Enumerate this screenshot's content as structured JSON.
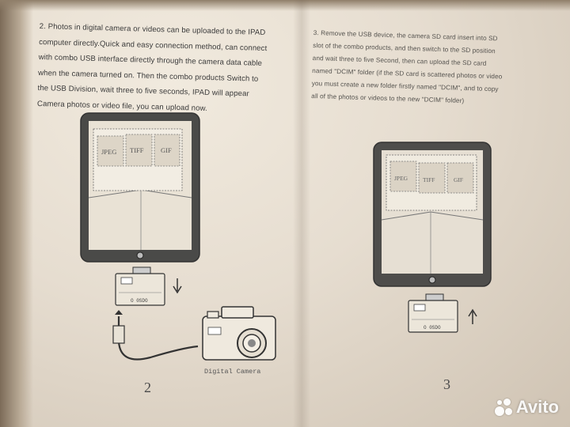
{
  "instructions": {
    "left_lines": [
      "2. Photos in digital camera or videos can be uploaded to the IPAD",
      "computer directly.Quick and easy connection method, can connect",
      "with combo USB interface directly through the camera data cable",
      "when the camera turned on. Then the combo products Switch to",
      "the USB Division, wait three to  five seconds, IPAD will appear",
      "Camera photos or video file, you can upload now."
    ],
    "right_lines": [
      "3. Remove the USB device, the camera SD card insert into SD",
      "slot of the combo products, and then switch to the SD position",
      "and wait three to five Second, then can upload the SD card",
      "named \"DCIM\" folder (if the SD card is scattered photos or video",
      "you must create a new folder firstly named \"DCIM\", and to copy",
      "all of the photos or videos to the new \"DCIM\" folder)"
    ]
  },
  "figure_left": {
    "folders": [
      "JPEG",
      "TIFF",
      "GIF"
    ],
    "camera_label": "Digital Camera",
    "number": "2"
  },
  "figure_right": {
    "folders": [
      "JPEG",
      "TIFF",
      "GIF"
    ],
    "number": "3"
  },
  "watermark": {
    "text": "Avito"
  }
}
